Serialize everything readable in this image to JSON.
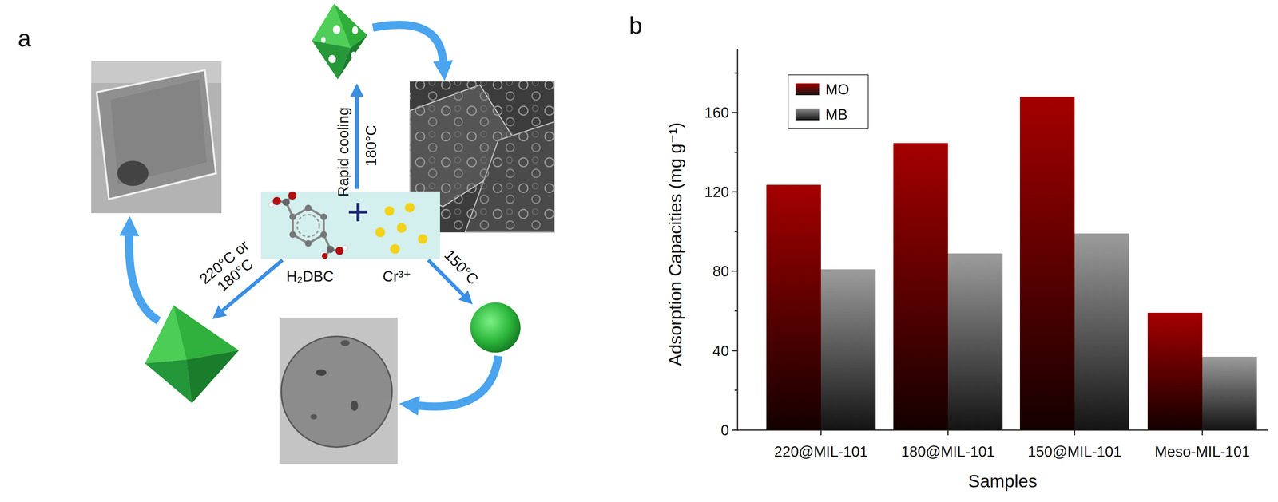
{
  "diagram": {
    "nodes": [
      {
        "text": [
          "H₂DBC",
          "Cr³⁺"
        ]
      }
    ],
    "labels": [
      "a",
      "Rapid cooling",
      "180°C",
      "220°C or 180°C",
      "150°C",
      "b",
      "Adsorption Capacities (mg g⁻¹)",
      "160",
      "120",
      "80",
      "40",
      "0",
      "220@MIL-101",
      "180@MIL-101",
      "150@MIL-101",
      "Meso-MIL-101",
      "Samples"
    ],
    "legend": [
      {
        "text": "MO",
        "color": "#a00000"
      },
      {
        "text": "MB",
        "color": "#8c8c8c"
      }
    ]
  }
}
